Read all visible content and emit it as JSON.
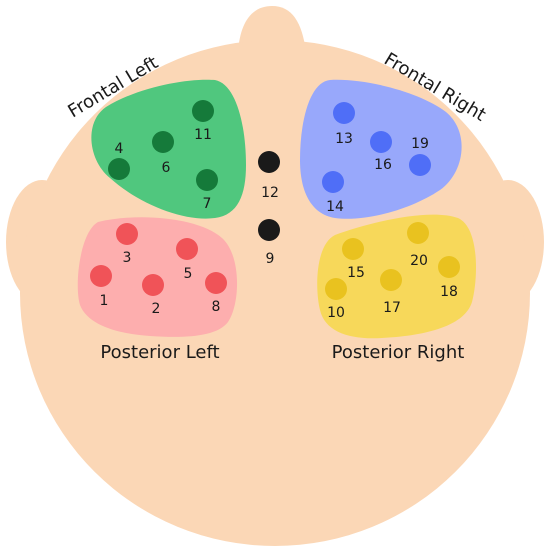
{
  "colors": {
    "head": "#fbd7b6",
    "frontal_left": "#50c77e",
    "frontal_right": "#98a8fb",
    "posterior_left": "#fdaeae",
    "posterior_right": "#f7d85a",
    "electrode_frontal_left": "#157a3a",
    "electrode_frontal_right": "#4f6ef7",
    "electrode_posterior_left": "#f05358",
    "electrode_posterior_right": "#e9c21f",
    "electrode_reference": "#1a1a1a"
  },
  "regions": {
    "frontal_left": "Frontal Left",
    "frontal_right": "Frontal Right",
    "posterior_left": "Posterior Left",
    "posterior_right": "Posterior Right"
  },
  "electrodes": {
    "e1": "1",
    "e2": "2",
    "e3": "3",
    "e4": "4",
    "e5": "5",
    "e6": "6",
    "e7": "7",
    "e8": "8",
    "e9": "9",
    "e10": "10",
    "e11": "11",
    "e12": "12",
    "e13": "13",
    "e14": "14",
    "e15": "15",
    "e16": "16",
    "e17": "17",
    "e18": "18",
    "e19": "19",
    "e20": "20"
  }
}
